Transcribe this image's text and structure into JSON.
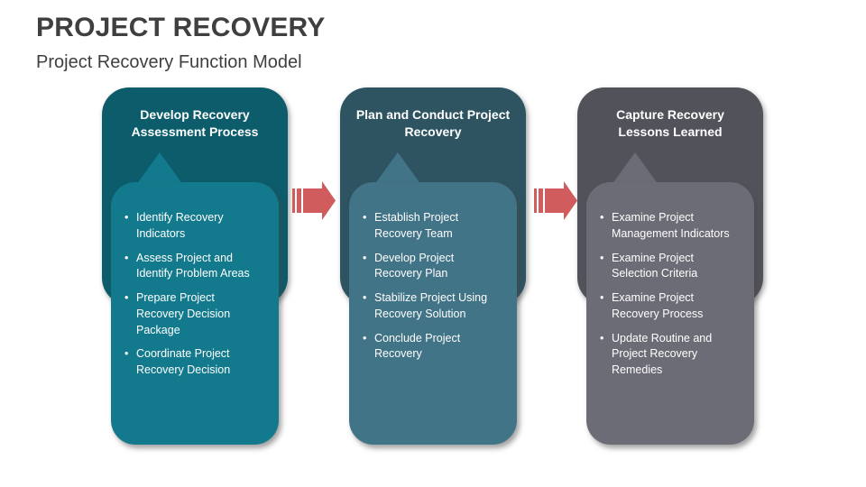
{
  "slide": {
    "title": "PROJECT RECOVERY",
    "subtitle": "Project Recovery Function Model"
  },
  "colors": {
    "background": "#FFFFFF",
    "title_text": "#3F3F3F",
    "subtitle_text": "#3F3F3F",
    "stage_text": "#FFFFFF",
    "arrow": "#D05C5E",
    "columns": [
      {
        "outer": "#0C5C6C",
        "inner": "#137A8D"
      },
      {
        "outer": "#2E5462",
        "inner": "#427487"
      },
      {
        "outer": "#52525B",
        "inner": "#6C6C76"
      }
    ]
  },
  "icons": {
    "flow_arrow": "striped-right-arrow"
  },
  "columns": [
    {
      "header": "Develop Recovery Assessment Process",
      "bullets": [
        "Identify Recovery Indicators",
        "Assess Project and Identify Problem Areas",
        "Prepare Project Recovery Decision Package",
        "Coordinate Project Recovery Decision"
      ]
    },
    {
      "header": "Plan and Conduct Project Recovery",
      "bullets": [
        "Establish Project Recovery Team",
        "Develop Project Recovery Plan",
        "Stabilize Project Using Recovery Solution",
        "Conclude Project Recovery"
      ]
    },
    {
      "header": "Capture Recovery Lessons Learned",
      "bullets": [
        "Examine Project Management Indicators",
        "Examine Project Selection Criteria",
        "Examine Project Recovery Process",
        "Update Routine and Project Recovery Remedies"
      ]
    }
  ]
}
